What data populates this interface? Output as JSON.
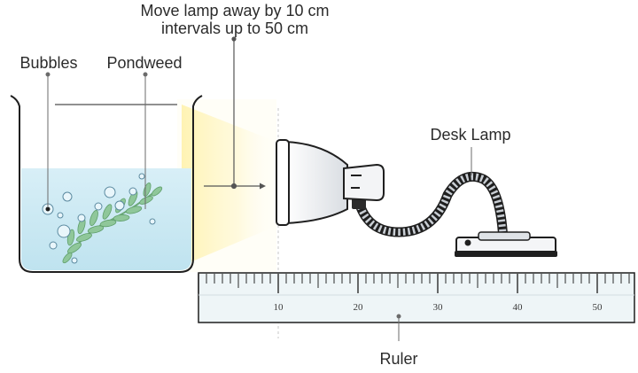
{
  "labels": {
    "move_line1": "Move lamp away by 10 cm",
    "move_line2": "intervals up to 50 cm",
    "bubbles": "Bubbles",
    "pondweed": "Pondweed",
    "desk_lamp": "Desk Lamp",
    "ruler": "Ruler"
  },
  "ruler": {
    "tick_labels": [
      "10",
      "20",
      "30",
      "40",
      "50"
    ]
  },
  "colors": {
    "water": "#cde9f3",
    "light_glow": "#fff3a6",
    "outline": "#1f1f1f",
    "ruler_fill": "#eef5f7",
    "weed": "#8fc79a"
  }
}
